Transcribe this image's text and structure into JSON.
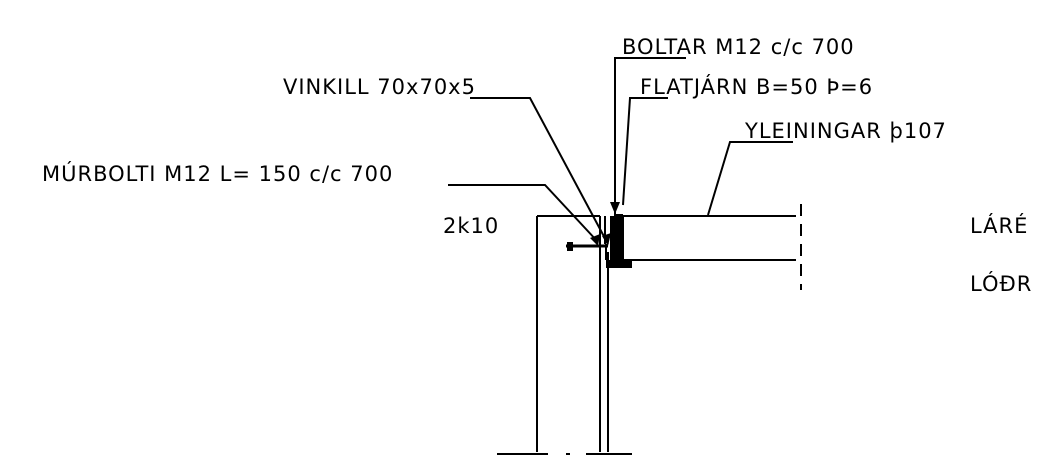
{
  "labels": {
    "boltar": "BOLTAR M12 c/c 700",
    "flatjarn": "FLATJÁRN B=50 Þ=6",
    "vinkill": "VINKILL 70x70x5",
    "yleiningar": "YLEININGAR þ107",
    "murbolti": "MÚRBOLTI M12 L= 150 c/c 700",
    "rebar": "2k10",
    "cut_top": "LÁRÉ",
    "cut_bottom": "LÓÐR"
  },
  "colors": {
    "line": "#000000",
    "background": "#ffffff"
  }
}
